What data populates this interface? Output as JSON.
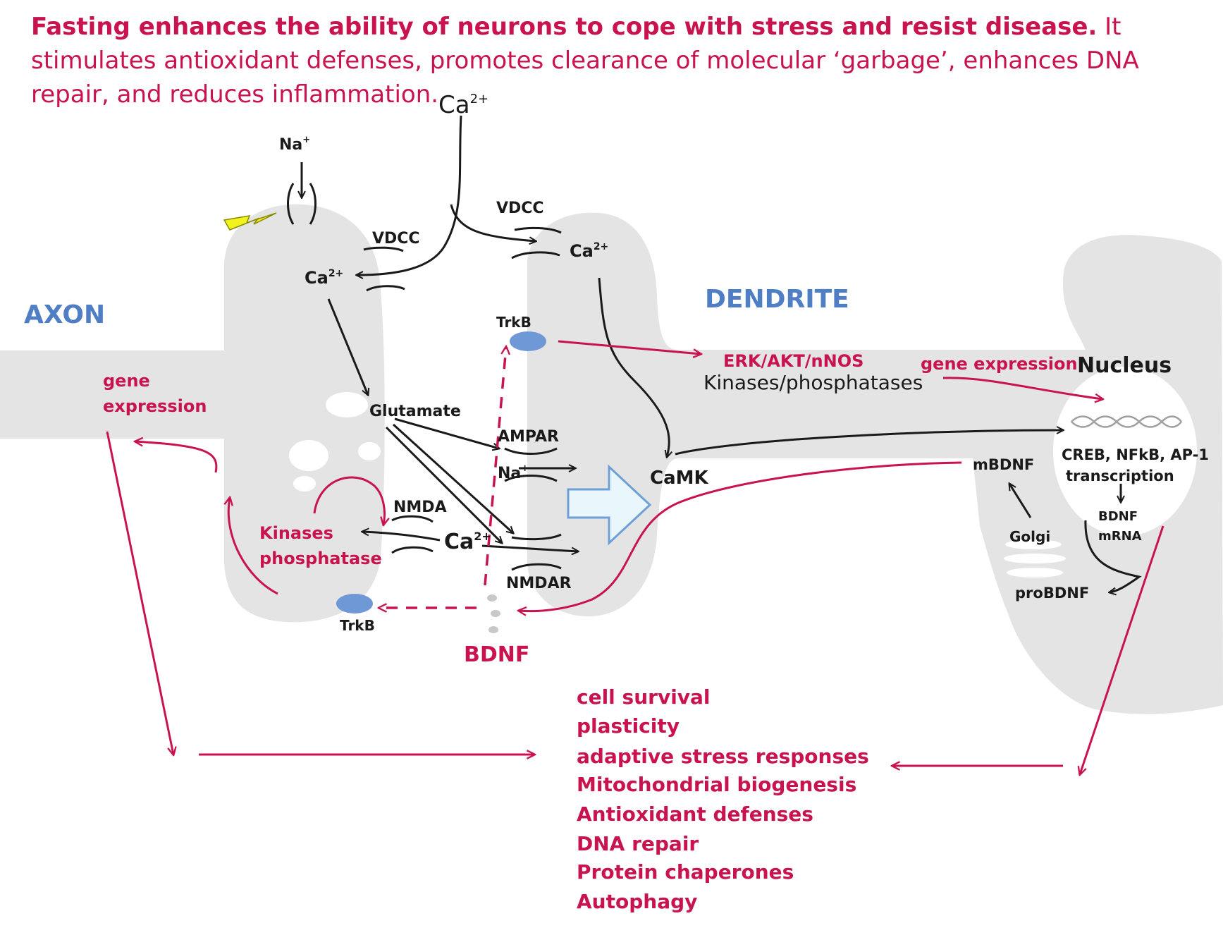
{
  "heading": {
    "lead": "Fasting enhances the ability of neurons to cope with stress and resist disease.",
    "rest": "It stimulates antioxidant defenses, promotes clearance of molecular ‘garbage’, enhances DNA repair, and reduces inflammation."
  },
  "labels": {
    "ca_top": "Ca",
    "ca_sup": "2+",
    "na_plus": "+",
    "na_top": "Na",
    "vdcc_axon": "VDCC",
    "vdcc_dendrite": "VDCC",
    "ca_axon": "Ca",
    "ca_dendrite": "Ca",
    "axon": "AXON",
    "dendrite": "DENDRITE",
    "trkb_top": "TrkB",
    "trkb_bottom": "TrkB",
    "gene_expression_left_1": "gene",
    "gene_expression_left_2": "expression",
    "gene_expression_right": "gene expression",
    "glutamate": "Glutamate",
    "ampar": "AMPAR",
    "na_mid": "Na",
    "nmda": "NMDA",
    "nmdar": "NMDAR",
    "ca_mid": "Ca",
    "kinases_1": "Kinases",
    "kinases_2": "phosphatase",
    "camk": "CaMK",
    "erk": "ERK/AKT/nNOS",
    "kinases_phosphatases": "Kinases/phosphatases",
    "nucleus": "Nucleus",
    "creb": "CREB, NFkB, AP-1",
    "transcription": "transcription",
    "mbdnf": "mBDNF",
    "bdnf_mrna_1": "BDNF",
    "bdnf_mrna_2": "mRNA",
    "golgi": "Golgi",
    "probdnf": "proBDNF",
    "bdnf": "BDNF"
  },
  "outcomes": [
    "cell survival",
    "plasticity",
    "adaptive stress responses",
    "Mitochondrial biogenesis",
    "Antioxidant defenses",
    "DNA repair",
    "Protein chaperones",
    "Autophagy"
  ],
  "colors": {
    "red": "#c8134f",
    "blue": "#4f7ec4",
    "receptor": "#6f98d6",
    "membrane": "#e4e4e4",
    "bolt": "#f2f21e"
  }
}
